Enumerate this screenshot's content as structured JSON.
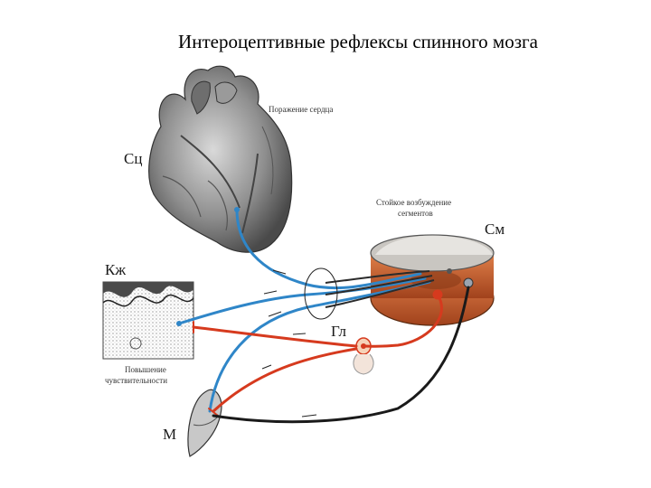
{
  "slide": {
    "title": "Интероцептивные рефлексы спинного мозга"
  },
  "diagram": {
    "heart_label": "Сц",
    "heart_caption": "Поражение сердца",
    "spinal_cord_label": "См",
    "spinal_caption_line1": "Стойкое возбуждение",
    "spinal_caption_line2": "сегментов",
    "skin_label": "Кж",
    "skin_caption_line1": "Повышение",
    "skin_caption_line2": "чувствительности",
    "ganglion_label": "Гл",
    "muscle_label": "М",
    "colors": {
      "afferent": "#2f86c8",
      "efferent": "#d63a1e",
      "motor": "#1a1a1a",
      "spinal_grey": "#bfbcb8",
      "spinal_white": "#c7602e"
    }
  }
}
